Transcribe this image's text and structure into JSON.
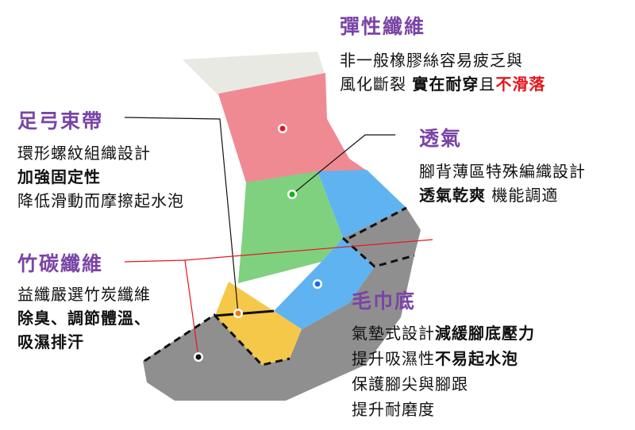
{
  "elastic": {
    "title": "彈性纖維",
    "line1": "非一般橡膠絲容易疲乏與",
    "line2a": "風化斷裂 ",
    "line2b": "實在耐穿",
    "line2c": "且",
    "line2d": "不滑落"
  },
  "breathable": {
    "title": "透氣",
    "line1": "腳背薄區特殊編織設計",
    "line2a": "透氣乾爽",
    "line2b": " 機能調適"
  },
  "arch": {
    "title": "足弓束帶",
    "line1": "環形螺紋組織設計",
    "line2": "加強固定性",
    "line3": "降低滑動而摩擦起水泡"
  },
  "bamboo": {
    "title": "竹碳纖維",
    "line1": "益纖嚴選竹炭纖維",
    "line2": "除臭、調節體溫、",
    "line3": "吸濕排汗"
  },
  "towel": {
    "title": "毛巾底",
    "line1a": "氣墊式設計",
    "line1b": "減緩腳底壓力",
    "line2a": "提升吸濕性",
    "line2b": "不易起水泡",
    "line3": "保護腳尖與腳跟",
    "line4": "提升耐磨度"
  },
  "colors": {
    "title": "#7a44a6",
    "highlight": "#e8141c",
    "pink": "#ef8a93",
    "green": "#7fd17f",
    "blue": "#5fb3f0",
    "yellow": "#f5c84a",
    "gray": "#8f8f8f"
  }
}
